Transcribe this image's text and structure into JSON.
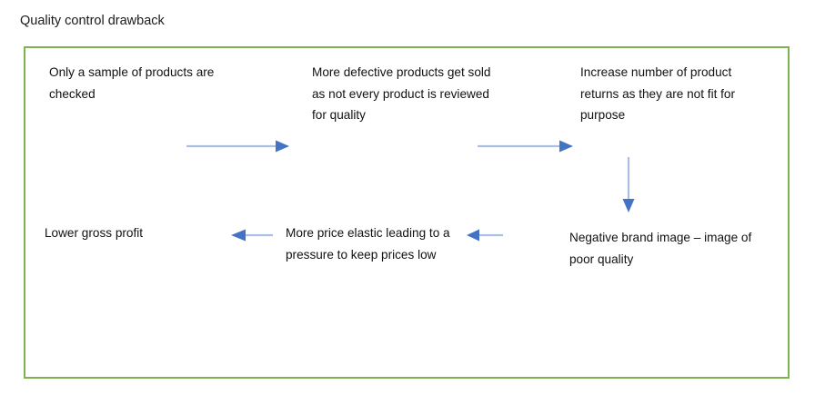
{
  "page": {
    "title": "Quality control drawback",
    "background_color": "#ffffff"
  },
  "frame": {
    "border_color": "#7cb34f",
    "fill_color": "#ffffff"
  },
  "colors": {
    "arrow_shaft": "#a7c0e4",
    "arrow_head": "#4472c4",
    "text": "#111111",
    "title_text": "#1a1a1a",
    "frame_green": "#7cb34f"
  },
  "diagram": {
    "type": "flowchart",
    "nodes": [
      {
        "id": "sample",
        "text": "Only a sample of products are checked",
        "row": 1,
        "column": 1
      },
      {
        "id": "defective",
        "text": "More defective products get sold as not every product is reviewed for quality",
        "row": 1,
        "column": 2
      },
      {
        "id": "returns",
        "text": "Increase number of product returns as they are not fit for purpose",
        "row": 1,
        "column": 3
      },
      {
        "id": "brand-image",
        "text": "Negative brand image – image of poor quality",
        "row": 2,
        "column": 3
      },
      {
        "id": "price-elastic",
        "text": "More price elastic leading to  a pressure to keep prices low",
        "row": 2,
        "column": 2
      },
      {
        "id": "gross-profit",
        "text": "Lower gross profit",
        "row": 2,
        "column": 1
      }
    ],
    "connectors": [
      {
        "id": "sample-to-defective",
        "from": "sample",
        "to": "defective",
        "direction": "right",
        "icon": "arrow-right-icon"
      },
      {
        "id": "defective-to-returns",
        "from": "defective",
        "to": "returns",
        "direction": "right",
        "icon": "arrow-right-icon"
      },
      {
        "id": "returns-to-brand",
        "from": "returns",
        "to": "brand-image",
        "direction": "down",
        "icon": "arrow-down-icon"
      },
      {
        "id": "brand-to-elastic",
        "from": "brand-image",
        "to": "price-elastic",
        "direction": "left",
        "icon": "arrow-left-icon"
      },
      {
        "id": "elastic-to-profit",
        "from": "price-elastic",
        "to": "gross-profit",
        "direction": "left",
        "icon": "arrow-left-icon"
      }
    ]
  }
}
